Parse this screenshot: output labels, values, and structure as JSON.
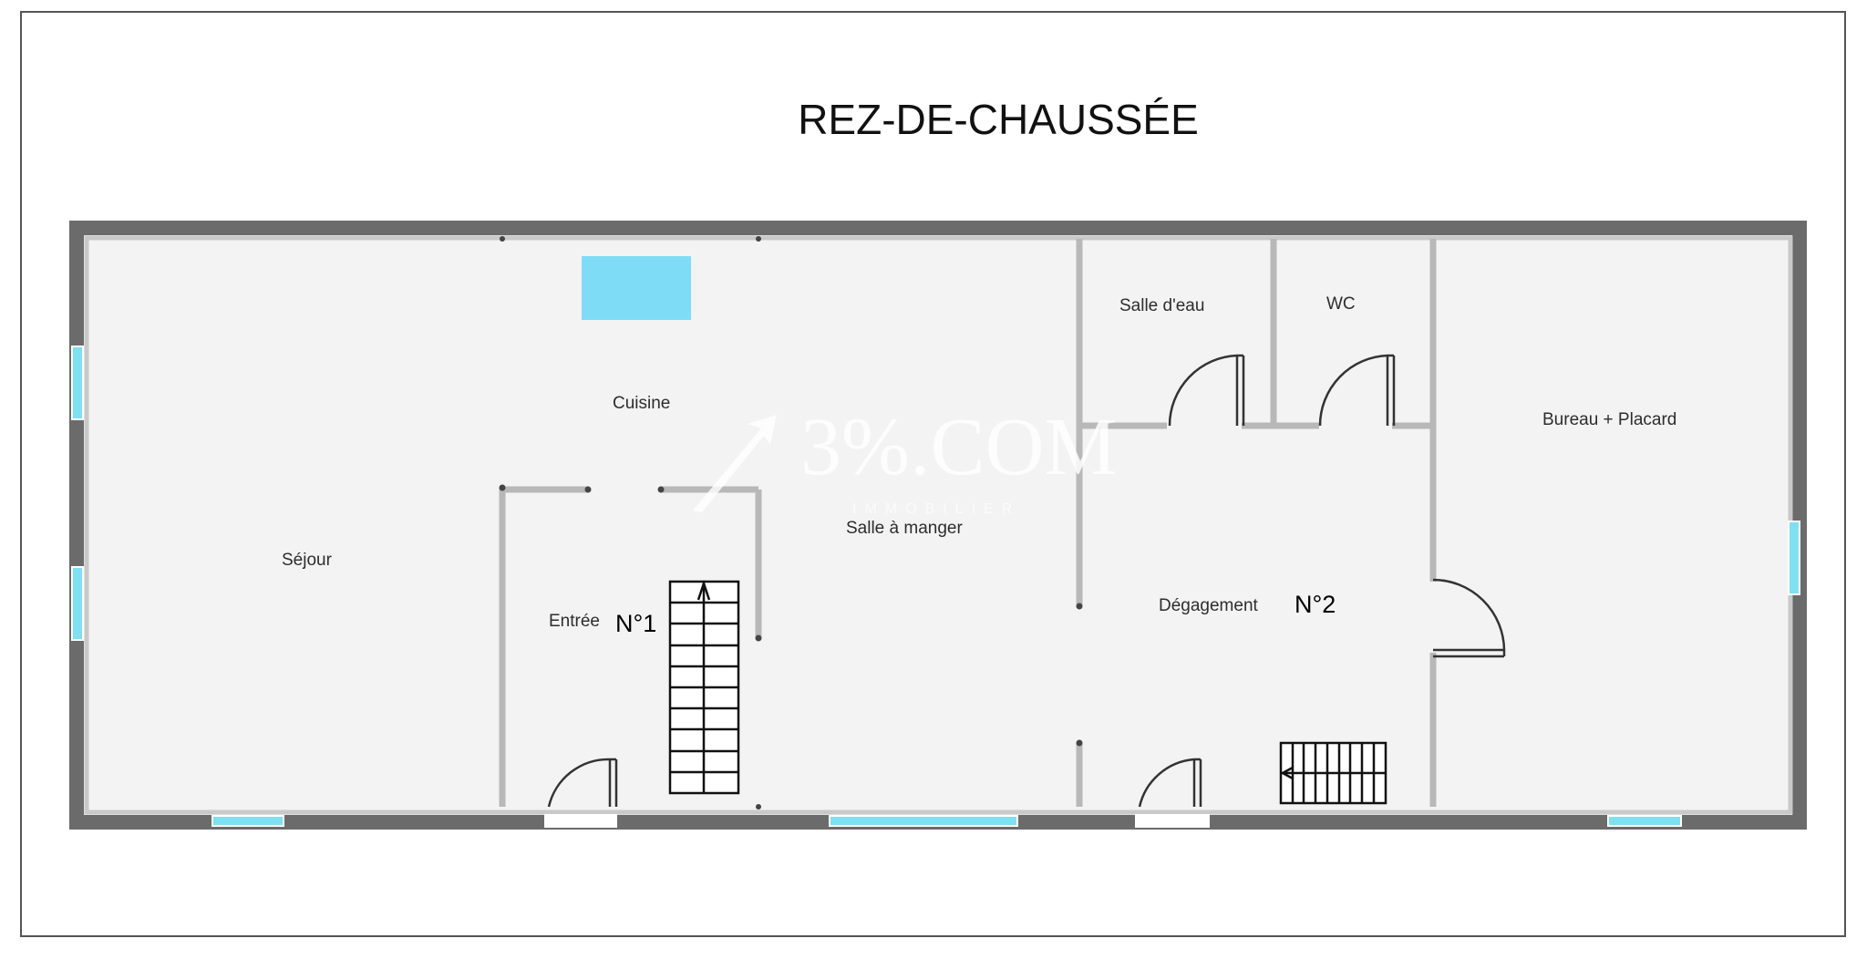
{
  "title": "REZ-DE-CHAUSSÉE",
  "watermark": {
    "brand": "3%.COM",
    "tagline": "IMMOBILIER"
  },
  "rooms": {
    "sejour": "Séjour",
    "cuisine": "Cuisine",
    "salle_a_manger": "Salle à manger",
    "entree": "Entrée",
    "salle_deau": "Salle d'eau",
    "wc": "WC",
    "degagement": "Dégagement",
    "bureau": "Bureau + Placard"
  },
  "markers": {
    "n1": "N°1",
    "n2": "N°2"
  },
  "colors": {
    "floor": "#f3f3f3",
    "wall": "#6b6b6b",
    "inner_wall": "#b8b8b8",
    "window": "#7fe0f2",
    "sink": "#7fdcf7"
  }
}
